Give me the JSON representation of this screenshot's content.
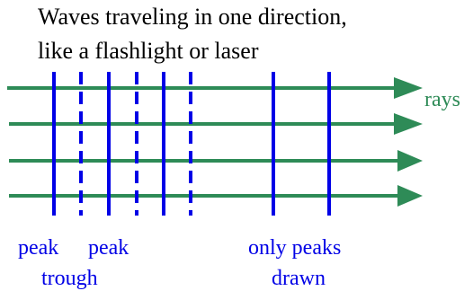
{
  "title": {
    "line1": "Waves traveling in one direction,",
    "line2": "like a flashlight or laser"
  },
  "labels": {
    "rays": "rays",
    "peak_1": "peak",
    "peak_2": "peak",
    "trough": "trough",
    "only_peaks": "only peaks",
    "drawn": "drawn"
  },
  "colors": {
    "ray": "#2E8B57",
    "wavefront": "#0000E6",
    "title_text": "#000000"
  },
  "rays": {
    "count": 4
  },
  "wavefronts": [
    {
      "kind": "peak",
      "style": "solid"
    },
    {
      "kind": "trough",
      "style": "dashed"
    },
    {
      "kind": "peak",
      "style": "solid"
    },
    {
      "kind": "trough",
      "style": "dashed"
    },
    {
      "kind": "peak",
      "style": "solid"
    },
    {
      "kind": "trough",
      "style": "dashed"
    },
    {
      "kind": "peak",
      "style": "solid"
    },
    {
      "kind": "peak",
      "style": "solid"
    }
  ]
}
